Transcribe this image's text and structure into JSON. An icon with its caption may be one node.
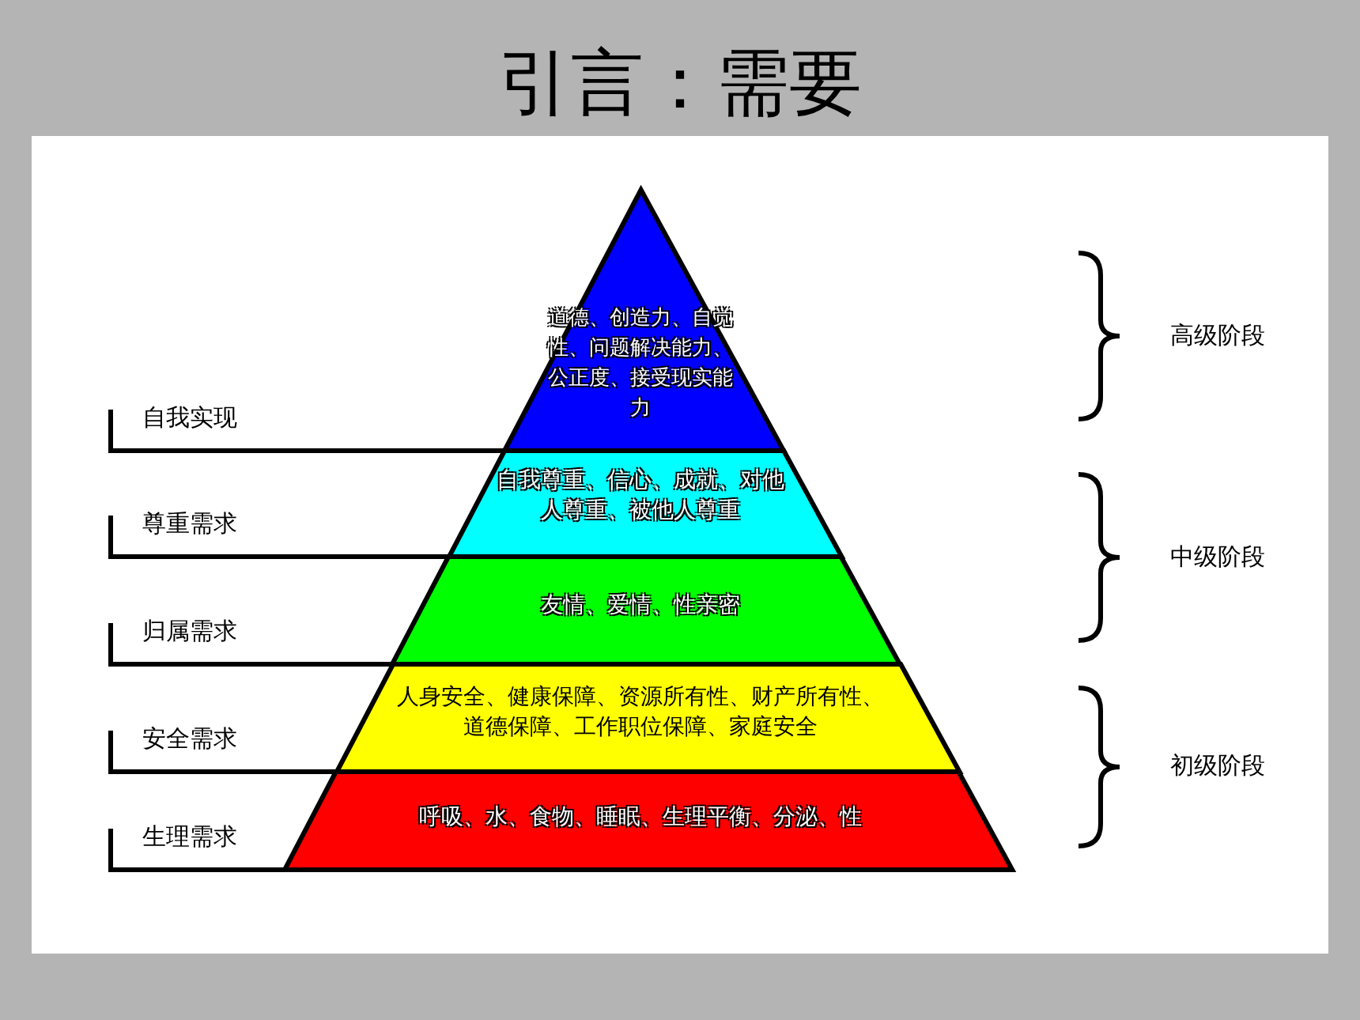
{
  "diagram": {
    "title": "引言：需要",
    "nodes": [
      {
        "text": [
          "道德、创造力、自觉性、问题解决能力、公正度、接受现实能力"
        ]
      },
      {
        "text": [
          "自我尊重、信心、成就、对他人尊重、被他人尊重"
        ]
      },
      {
        "text": [
          "友情、爱情、性亲密"
        ]
      },
      {
        "text": [
          "人身安全、健康保障、资源所有性、财产所有性、道德保障、工作职位保障、家庭安全"
        ]
      },
      {
        "text": [
          "呼吸、水、食物、睡眠、生理平衡、分泌、性"
        ]
      }
    ],
    "edges": [],
    "labels": [
      "自我实现",
      "尊重需求",
      "归属需求",
      "安全需求",
      "生理需求",
      "高级阶段",
      "中级阶段",
      "初级阶段"
    ]
  }
}
